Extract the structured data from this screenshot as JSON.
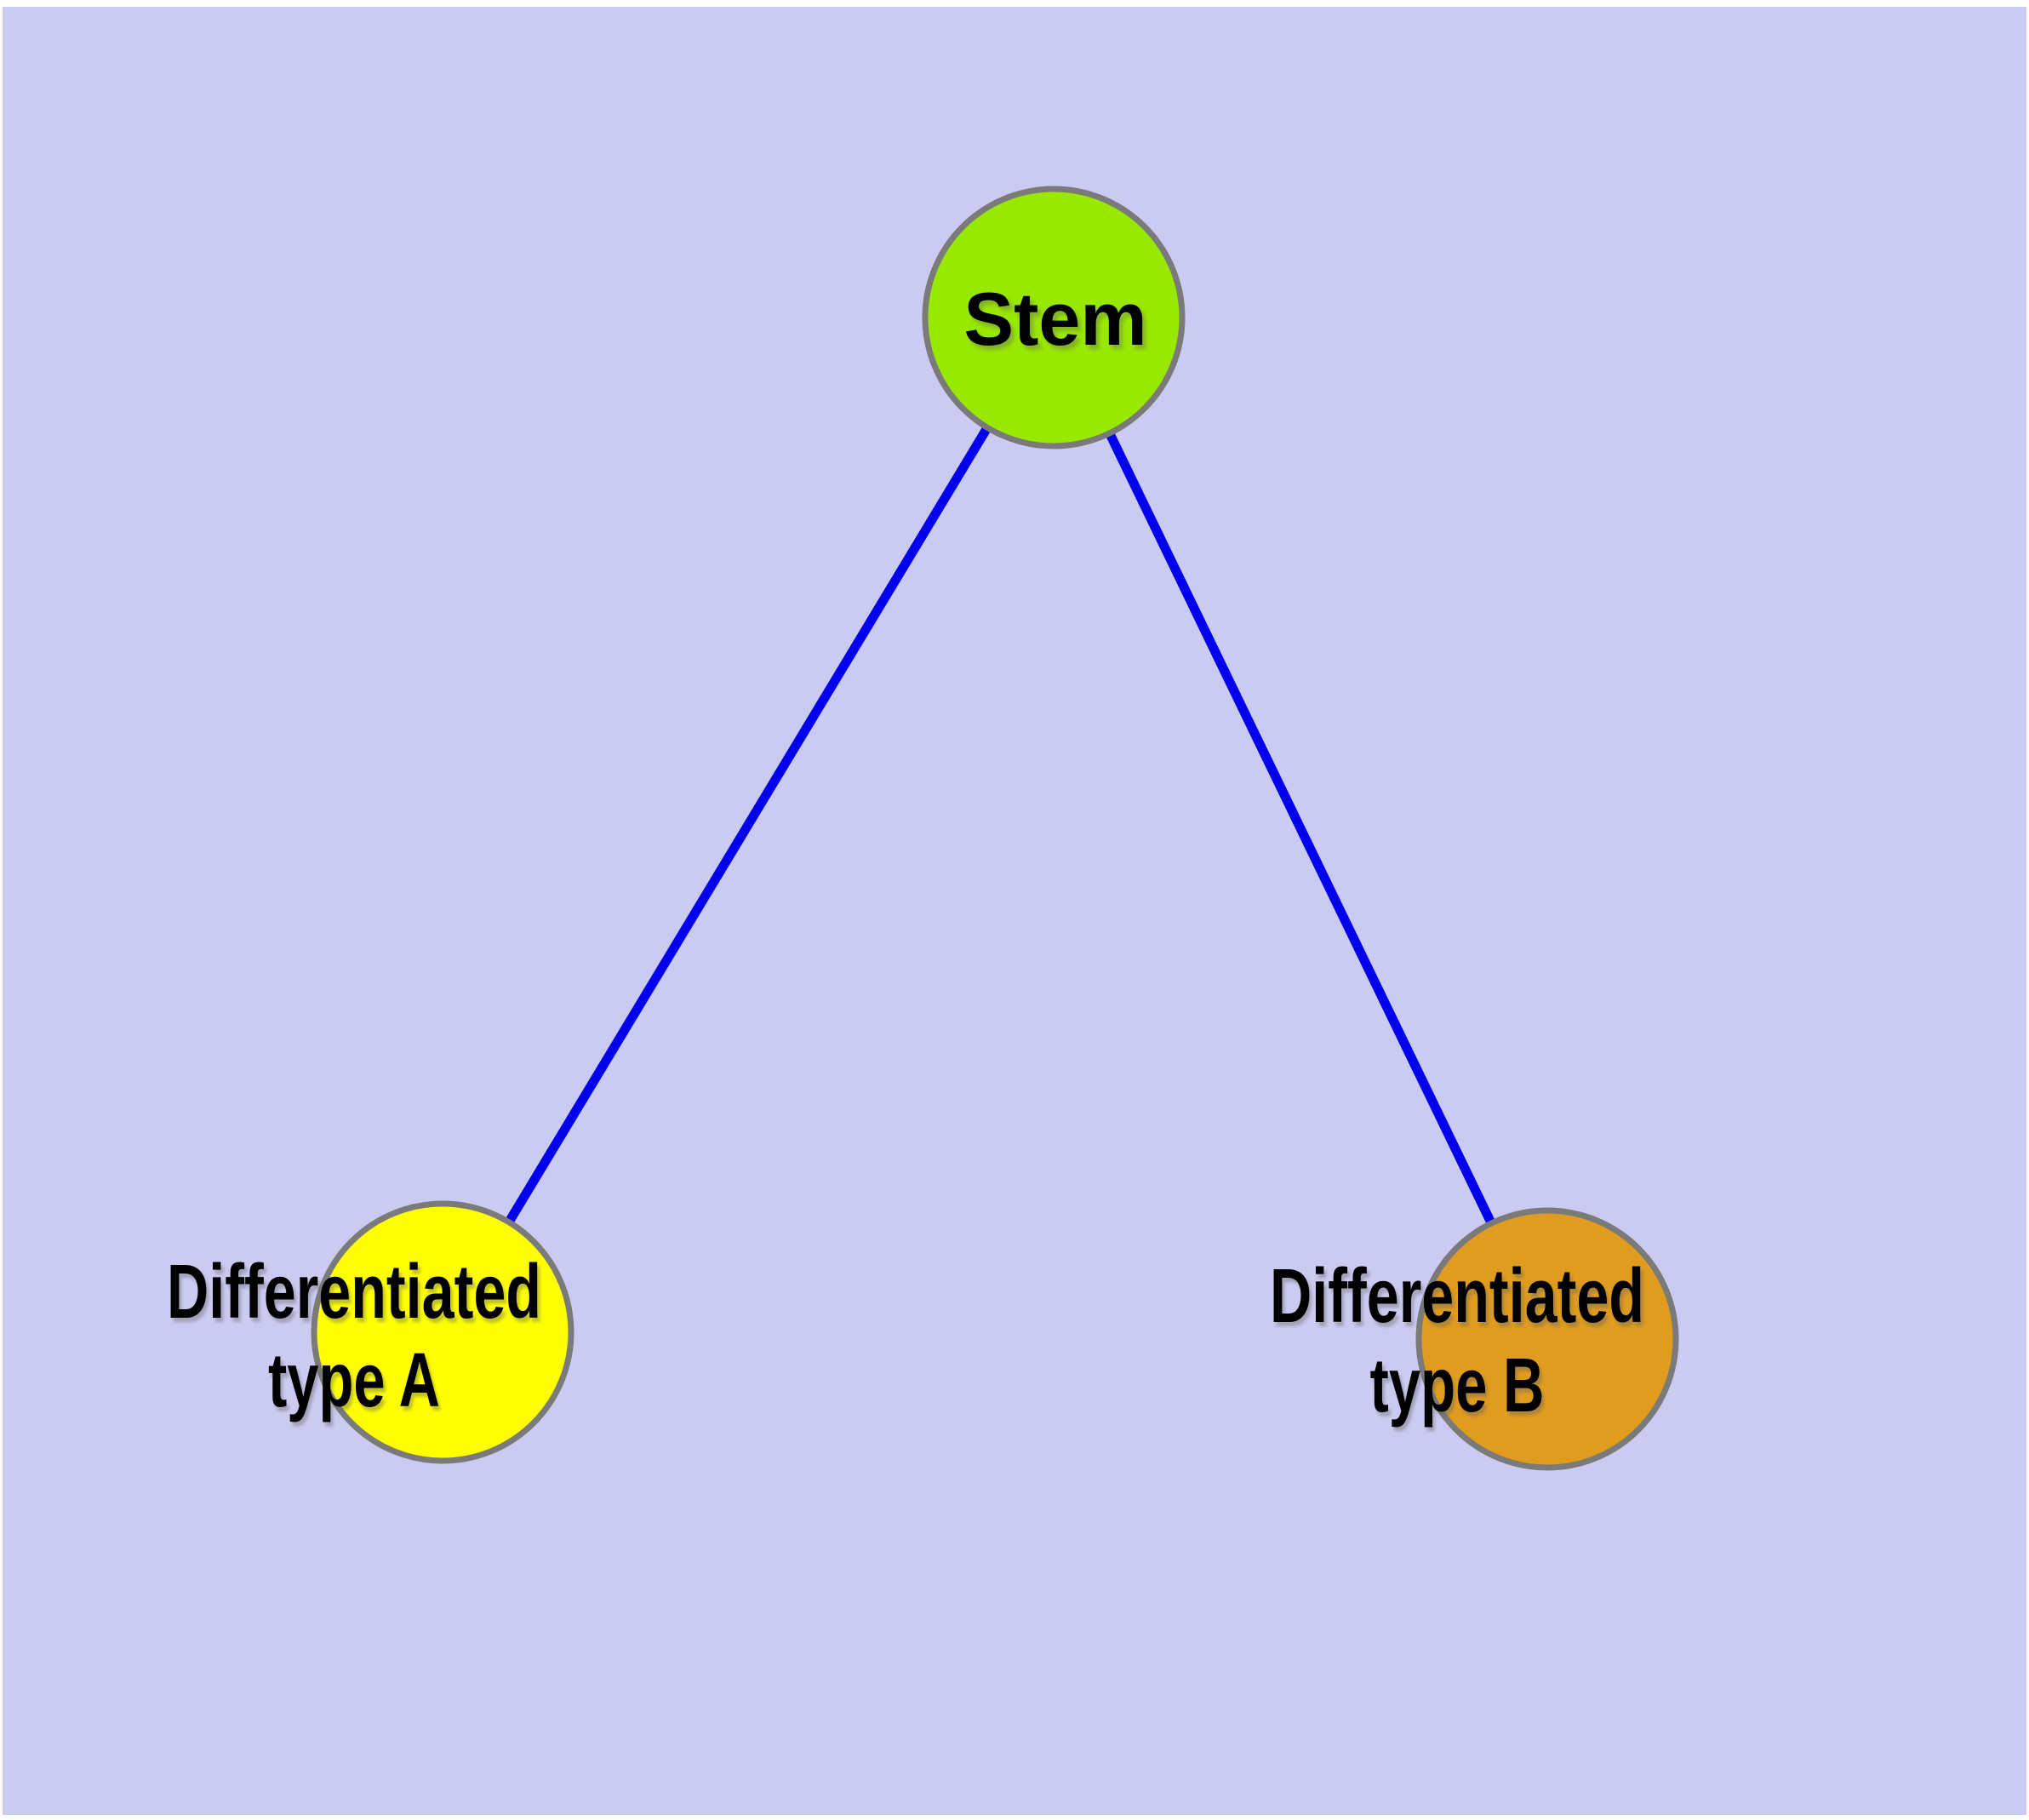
{
  "colors": {
    "page_background": "#ffffff",
    "plot_background": "#cbcbf2",
    "node_stroke": "#7a7a7a",
    "edge": "#0000ee",
    "label_text": "#000000"
  },
  "nodes": [
    {
      "id": "stem",
      "label": "Stem",
      "fill": "#98e800"
    },
    {
      "id": "differentiated-type-a",
      "label": "Differentiated type A",
      "label_lines": [
        "Differentiated",
        "type A"
      ],
      "fill": "#ffff00"
    },
    {
      "id": "differentiated-type-b",
      "label": "Differentiated type B",
      "label_lines": [
        "Differentiated",
        "type B"
      ],
      "fill": "#e09c1e"
    }
  ],
  "edges": [
    {
      "from": "Stem",
      "to": "Differentiated type A"
    },
    {
      "from": "Stem",
      "to": "Differentiated type B"
    }
  ]
}
